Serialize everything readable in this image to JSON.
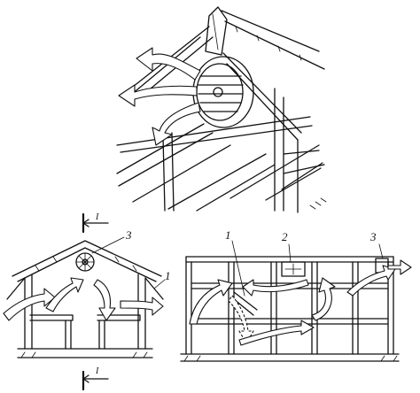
{
  "callouts": {
    "window": "1",
    "fan": "2",
    "vent": "3"
  },
  "views": {
    "cross_section": {
      "labels": {
        "fan": "3",
        "window": "1"
      },
      "section_mark": "I"
    },
    "long_section": {
      "labels": {
        "window": "1",
        "fan": "2",
        "vent": "3"
      }
    }
  }
}
